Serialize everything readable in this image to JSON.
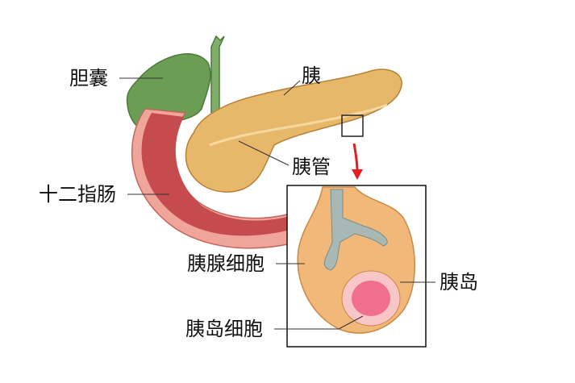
{
  "diagram": {
    "labels": {
      "gallbladder": "胆囊",
      "pancreas": "胰",
      "pancreatic_duct": "胰管",
      "duodenum": "十二指肠",
      "acinar_cells": "胰腺细胞",
      "islet": "胰岛",
      "islet_cells": "胰岛细胞"
    },
    "colors": {
      "gallbladder": "#5c8f45",
      "pancreas": "#e8b86a",
      "duodenum_outer": "#f0a59a",
      "duodenum_inner": "#c54b4f",
      "duct": "#a8b8b4",
      "islet": "#ef6f8d",
      "arrow": "#e02020",
      "inset_border": "#111111"
    }
  }
}
